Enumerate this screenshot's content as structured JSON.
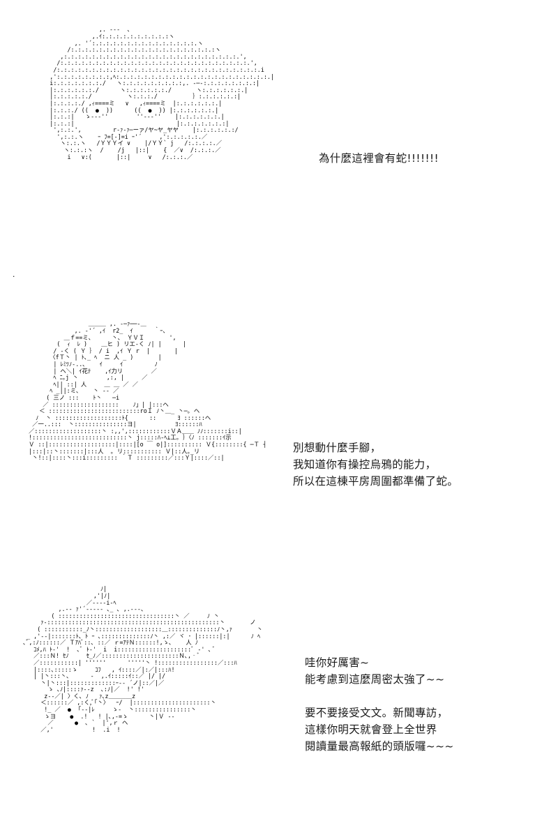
{
  "meta": {
    "background_color": "#ffffff",
    "text_color": "#1a1a1a",
    "art_color": "#000000"
  },
  "panels": [
    {
      "id": "panel-1",
      "character": "shocked-girl",
      "art": "                     ,. -‐-  、\n                   ,.ｲ:.:.:.:.:.:.:.:.:.:ヽ\n              ,. '´:.:.:.:.:.:.:.:.:.:.:.:.:.:.:.ヽ\n            /:.:.:.:.:.:.:.:.:.:.:.:.:.:.:.:.:.:.:.:.:ヽ\n          ,:.:.:.:.:.:.:.:.:.:.:.:.:.:.:.:.:.:.:.:.:.:.:.:.:.',\n         /:.:.:.:.:.:.:.:.:.:.:.:.:.:.:.:.:.:.:.:.:.:.:.:.:.:.:.',\n        /:.:.:.:.:.:.:.:.:.:.:.:.:.:.:.:.:.:.:.:.:.:.:.:.:.:.:.:.:.i\n       ,':.:.:.:.:.:.:.:,ﾍ:.:.:.:.:.:.:.:.:.:.:.:.:.:.:.:.:.:.:.:.:.:.|\n       i:.:.:.:.:.:.:./   ヽ:.:.:.:.:.:.:.:.:,. -─-:.:.:.:.:.:.:.:|\n       |:.:.:.:.:.:./      ヽ:.:.:.:.:.:./       ヽ:.:.:.:.:.:.|\n       |:.:.:.:.:./          ヽ:.:.:./          ｝:.:.:.:.:.:|\n       |:.:.:.:./ ,ｨ====ミ   ∨   ,ｨ====ミ  |:.:.:.:.:.:.|\n       |:.:.:./ ((  ●  ))      ((  ●  )) |:.:.:.:.:.:.|\n       |:.:.:|   ゝ--‐''        ''‐--''    |:.:.:.:.:.:.|\n       |:.:.:|                             |:.:.:.:.:.:.:|\n        ',:.:.',         r‐ｧ‐ｧ─ーァ/ヤ~ヤ_ヤヤ    |:.:.:.:.:.:/\n         ',:.:.ヽ    ｰ ﾌ=[-]=i ｰ'´     ,':.:.:.:.:.／\n          ヽ:.:.ヽ   /ＹＹＹイ ∨    |/ＹＹ` j   /:.:.:.:.／\n           ヽ:.:.:ヽ  /    /j   |::|    {  ／∨  /:.:.:.／\n            i   ∨:(       |::|     ∨   /:.:.:.／"
    },
    {
      "id": "panel-2",
      "character": "crow-boy",
      "art": "                  ＿＿＿ ,. -─ｧ──-＿\n              ,. ‐'´ ,ｲ  r2_  ｲ      ｀ｰ、\n           ＿ｆ==ミ、     丶、 ＹＶＩ       ',\n         (  ｨ  ﾚ )    ＿ヒ ) リエ-く ﾉ| |      |\n        / ‐く ( Ｙ ｝ / i  ,ｲ Ｙ r  |       |\n       〈fＴ丶 | ﾄ､_ ﾍ  ニ 人 _ )       |\n        | ﾚﾐﾂﾉ‐..､    ｲ     ｲ         ﾉ\n        | ヘ＼| ｲ花ﾃ    ,ｲ力リ        ／\n        ﾍ ﾆ｡j 丶        ,:, |     ／\n        ﾍ|| ::| 人     ＿ ＿ ／ ／\n       ﾍ _||:ミ､    丶 ‐‐ ／\n      ( 三ノ :::    ﾄ丶   ─i\n     ／ :::::::::::::::::::    ﾉ」| |:::ヘ\n    ＜ ::::::::::::::::::::::::::roＩ ﾉ丶＿_ 丶─｡ ヘ\n   ﾉ  丶 :::::::::::::::::::ﾄ{      ::      ﾖ ::::::ヘ\n  ／一..:::  丶:::::::::::::::ヨ|           ﾖ::::::ﾊ\n ／:::::::::::::::::::丶 :,,',::::::::::::ＶＡ＿＿ ﾉﾉ:::::::i::|\n !:::::::::::::::::::::::::::丶 j:::::ﾊ‐ﾍ⊥工｡ ｝〈ﾉ :::::::ｲ示\n Ｖ ::|:::::::::::::::::::|::::|[o ￣ o|]:::::::::: Ｖ{::::::::{ ─Ｔ ┤\n |:::|::丶:::::::|:::人  ｡ リ::::::::::: Ｖ|::人｡_リ\n  丶!::|::::丶:::i::::::::: ｀Ｔ :::::::::／:::Ｙ|::::／::|"
    },
    {
      "id": "panel-3",
      "character": "sleepy-cat-girl",
      "art": "                       ﾉ|\n                     ,'|ﾉ|\n                   ／‐‐‐‐i‐ﾍ\n           ,.-‐ ｧ'´‐‐‐‐‐ ､_ ､ ,.‐‐‐、\n         ( :::::::::::::::::::::::::::::::::丶 ／     ﾉ 丶\n      ｧ‐:::::::::::::::::::::::::::::::::::::::::::::::::丶       ノ\n     ( :::::::::::_ﾉ丶:::::::::::::::::::＿::::::::::::::ﾉ丶,ｧ       丶\n  _ ,'‐‐|:::::::ﾄ､ ﾄ ｰ ､::::::::::::::ﾉ丶 ,:／ ヾ ･ |::::::|:|      ﾉ ﾍ\n ､ﾞ,:ﾉ::::::／ Ｔｱﾊﾞ::､ ::／ ｒ=ｱﾃＮ::::::!,ゝ､    人 ﾉ\n    ｺﾒ,ﾊ ﾄ‐'  !  ､ﾞ ﾄ‐'  i  i:::::::::::::::::::::ﾞ ‐' ､ ﾞ\n    ／:::Ｎ! ｾﾉ     ｾ_ﾉ／::::::::::::::::::::::Ｎ､,‐ﾞ\n    ／:::::::::::| ''''''      '''''丶 !:::::::::::::::::／:::ﾊ\n    |::::､:::::ゝ     ｺﾌ   , ｲ::::／|:／|:::ﾊ!\n    | |丶:::丶､      ‐  ,.ｲ:::::ｲ::／ |/ |/\n      丶|丶:::|:::::::::::::ｰ‐‐ ´ノ|::／|／\n        ゝ ､ﾉ|::::ｧ‐‐z  ､:ﾉ|／  !' !'\n       z‐‐／| 〉く､ ﾉ   ｧ､z＿＿＿＿z\n      ＜::::::／ ,:く,ﾞ｢丶〉  ｰ/  |::::::::::::::::::::::丶\n       !_ ／  ●  ｢‐‐|ﾚ     ゝ‐  丶::::::::::::::::丶\n       ゝヨ    ●  .!   ! |､,‐=ゝ      丶|Ｖ ‐‐\n        ／      ●  ､ `  |',ｒ ヘ\n      ／,'           !  .i  !"
    }
  ],
  "dialogues": [
    {
      "id": "dialogue-1",
      "speaker": "shocked-girl",
      "text": "為什麼這裡會有蛇!!!!!!!"
    },
    {
      "id": "dialogue-2",
      "speaker": "crow-boy",
      "text": "別想動什麼手腳，\n我知道你有操控烏鴉的能力，\n所以在這棟平房周圍都準備了蛇。"
    },
    {
      "id": "dialogue-3",
      "speaker": "sleepy-cat-girl",
      "text": "哇你好厲害~\n能考慮到這麼周密太強了~~"
    },
    {
      "id": "dialogue-4",
      "speaker": "sleepy-cat-girl",
      "text": "要不要接受文文。新聞專訪，\n這樣你明天就會登上全世界\n閱讀量最高報紙的頭版囉~~~"
    }
  ],
  "stray_mark": "."
}
